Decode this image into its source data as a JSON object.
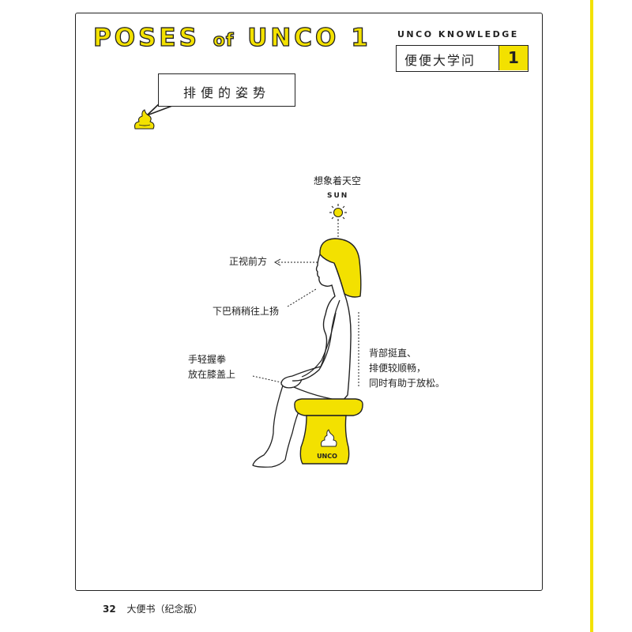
{
  "header": {
    "title_main": "POSES",
    "title_of": "of",
    "title_end": "UNCO 1",
    "knowledge_label": "UNCO KNOWLEDGE",
    "knowledge_title": "便便大学问",
    "knowledge_number": "1"
  },
  "bubble": {
    "text": "排便的姿势"
  },
  "illustration": {
    "sun_caption": "想象着天空",
    "sun_label": "SUN",
    "look_label": "正视前方",
    "chin_label": "下巴稍稍往上扬",
    "hands_label_line1": "手轻握拳",
    "hands_label_line2": "放在膝盖上",
    "back_label_line1": "背部挺直、",
    "back_label_line2": "排便较顺畅，",
    "back_label_line3": "同时有助于放松。",
    "toilet_label": "UNCO"
  },
  "footer": {
    "page_number": "32",
    "book_title": "大便书（纪念版）"
  },
  "colors": {
    "accent": "#f3e100",
    "ink": "#222222"
  }
}
